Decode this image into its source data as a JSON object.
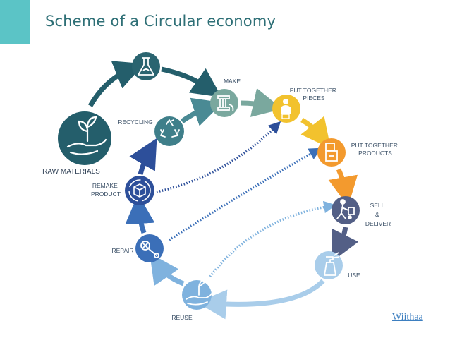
{
  "title": "Scheme of a Circular economy",
  "brand": "Wiithaa",
  "stages": {
    "raw_materials": "RAW MATERIALS",
    "make": "MAKE",
    "put_together_pieces": [
      "PUT TOGETHER",
      "PIECES"
    ],
    "put_together_products": [
      "PUT TOGETHER",
      "PRODUCTS"
    ],
    "sell_deliver": [
      "SELL",
      "&",
      "DELIVER"
    ],
    "use": "USE",
    "reuse": "REUSE",
    "repair": "REPAIR",
    "remake_product": [
      "REMAKE",
      "PRODUCT"
    ],
    "recycling": "RECYCLING"
  },
  "colors": {
    "accent_bar": "#5bc4c6",
    "title": "#2e6f76",
    "dark_teal": "#245e6b",
    "teal": "#4a8a94",
    "sage": "#7aa89e",
    "yellow": "#f2c22e",
    "orange": "#f39a2e",
    "slate": "#535f86",
    "light_blue": "#a9cdea",
    "mid_blue": "#7fb2de",
    "royal_blue": "#3b6fb8",
    "navy": "#2d4f9a",
    "brand": "#3d7fc0"
  },
  "icons": {
    "flask": "flask-icon",
    "hand_plant": "hand-plant-icon",
    "thread_spool": "thread-spool-icon",
    "worker": "worker-icon",
    "boxes": "boxes-icon",
    "delivery": "delivery-cart-icon",
    "spray_bottle": "spray-bottle-icon",
    "hand_leaf": "hand-leaf-icon",
    "tools": "tools-icon",
    "remake_cube": "remake-cube-icon",
    "recycle": "recycle-icon"
  }
}
